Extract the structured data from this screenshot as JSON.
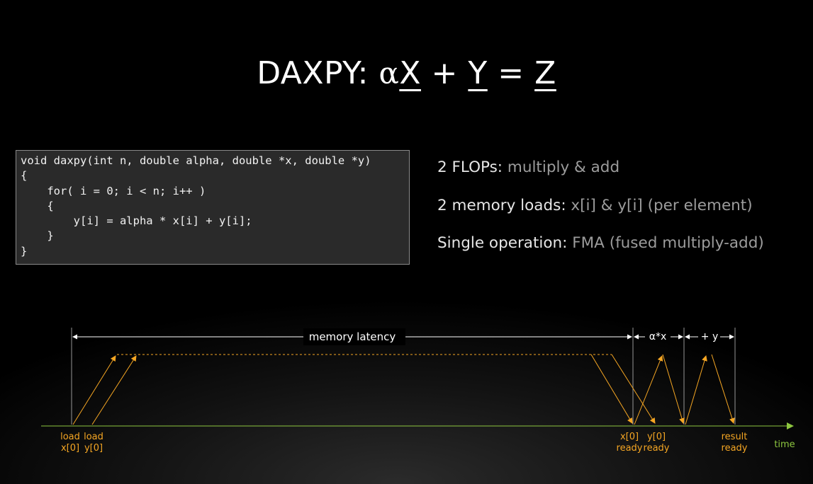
{
  "title": {
    "prefix": "DAXPY:",
    "alpha": "α",
    "x": "X",
    "plus": "+",
    "y": "Y",
    "equals": "=",
    "z": "Z"
  },
  "code": {
    "lines": [
      "void daxpy(int n, double alpha, double *x, double *y)",
      "{",
      "    for( i = 0; i < n; i++ )",
      "    {",
      "        y[i] = alpha * x[i] + y[i];",
      "    }",
      "}"
    ]
  },
  "facts": [
    {
      "key": "2 FLOPs:",
      "value": "multiply & add"
    },
    {
      "key": "2 memory loads:",
      "value": "x[i] & y[i] (per element)"
    },
    {
      "key": "Single operation:",
      "value": "FMA (fused multiply-add)"
    }
  ],
  "timeline": {
    "span_labels": {
      "memory_latency": "memory latency",
      "multiply": "α*x",
      "add": "+ y"
    },
    "events": [
      {
        "line1": "load",
        "line2": "x[0]"
      },
      {
        "line1": "load",
        "line2": "y[0]"
      },
      {
        "line1": "x[0]",
        "line2": "ready"
      },
      {
        "line1": "y[0]",
        "line2": "ready"
      },
      {
        "line1": "result",
        "line2": "ready"
      }
    ],
    "axis_label": "time",
    "colors": {
      "arrow": "#f5a623",
      "axis": "#8dc63f",
      "event_label": "#f5a623",
      "axis_label": "#8dc63f",
      "span": "#ffffff"
    }
  }
}
